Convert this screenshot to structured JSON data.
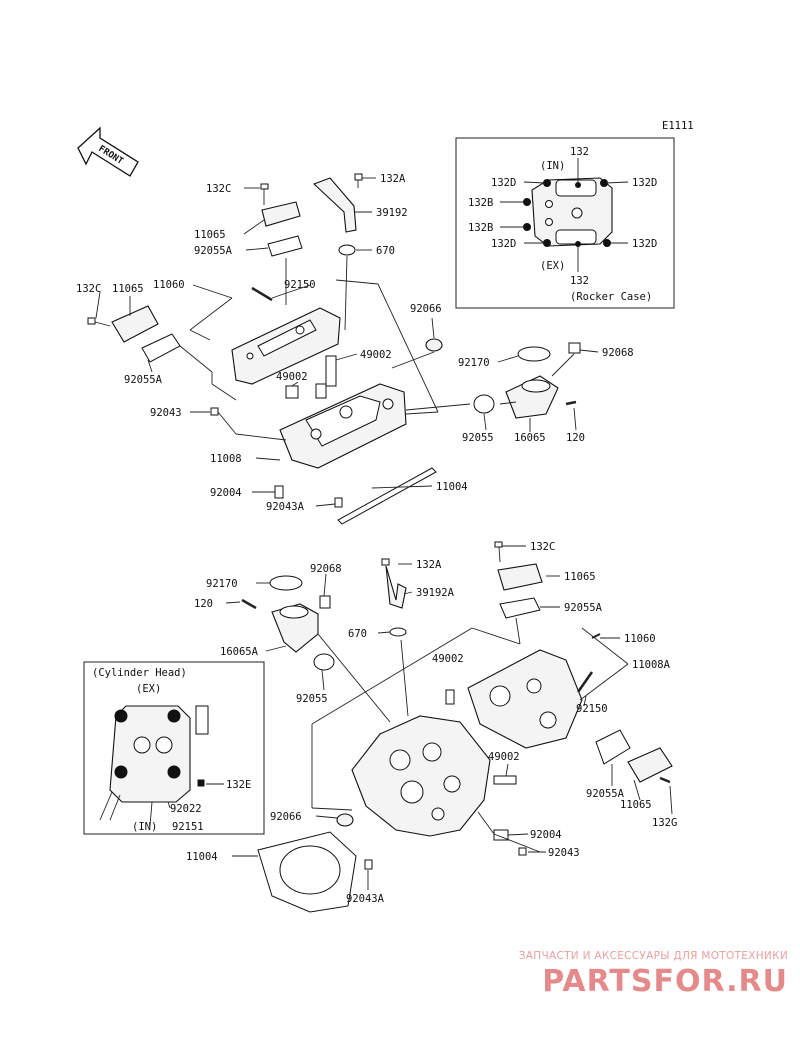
{
  "diagram_code": "E1111",
  "front_label": "FRONT",
  "rocker_inset": {
    "title": "(Rocker Case)",
    "in_label": "(IN)",
    "ex_label": "(EX)",
    "labels": [
      "132",
      "132D",
      "132D",
      "132B",
      "132B",
      "132D",
      "132D",
      "132"
    ]
  },
  "head_inset": {
    "title": "(Cylinder Head)",
    "ex_label": "(EX)",
    "in_label": "(IN)",
    "labels": [
      "132E",
      "92022",
      "92151"
    ]
  },
  "top_assembly_labels": [
    "132C",
    "132A",
    "39192",
    "11065",
    "92055A",
    "670",
    "11060",
    "92150",
    "132C",
    "11065",
    "92066",
    "49002",
    "92170",
    "92068",
    "49002",
    "92055A",
    "92043",
    "92055",
    "16065",
    "120",
    "11008",
    "11004",
    "92004",
    "92043A"
  ],
  "bottom_assembly_labels": [
    "132A",
    "132C",
    "92170",
    "92068",
    "39192A",
    "11065",
    "120",
    "92055A",
    "670",
    "11060",
    "16065A",
    "49002",
    "11008A",
    "92055",
    "92150",
    "49002",
    "92055A",
    "11065",
    "132G",
    "92066",
    "92004",
    "11004",
    "92043",
    "92043A"
  ],
  "watermark": {
    "tagline": "ЗАПЧАСТИ И АКСЕССУАРЫ ДЛЯ МОТОТЕХНИКИ",
    "logo": "PARTSFOR.RU"
  }
}
